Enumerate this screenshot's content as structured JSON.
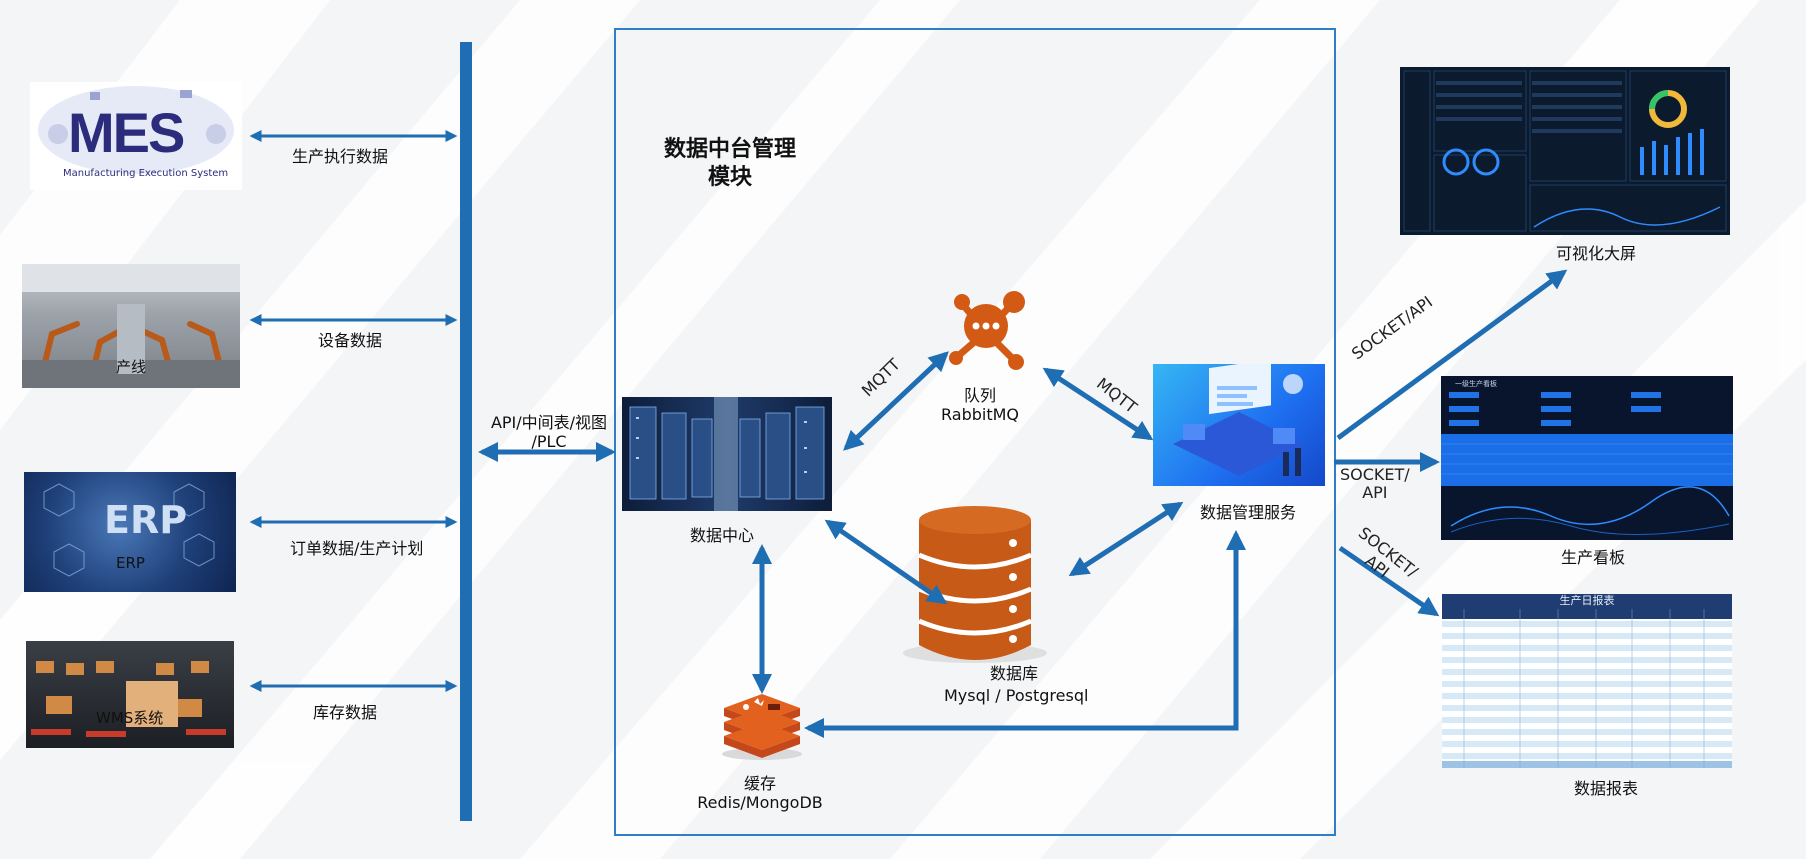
{
  "title_block": {
    "line1": "数据中台管理",
    "line2": "模块"
  },
  "left_sources": [
    {
      "logo": "MES",
      "subtitle": "Manufacturing Execution System",
      "arrow_label": "生产执行数据"
    },
    {
      "caption": "产线",
      "arrow_label": "设备数据"
    },
    {
      "logo": "ERP",
      "caption": "ERP",
      "arrow_label": "订单数据/生产计划"
    },
    {
      "caption": "WMS系统",
      "arrow_label": "库存数据"
    }
  ],
  "bus_label": {
    "line1": "API/中间表/视图",
    "line2": "/PLC"
  },
  "nodes": {
    "datacenter": "数据中心",
    "queue": {
      "line1": "队列",
      "line2": "RabbitMQ"
    },
    "database": {
      "line1": "数据库",
      "line2": "Mysql / Postgresql"
    },
    "cache": {
      "line1": "缓存",
      "line2": "Redis/MongoDB"
    },
    "mgmt_service": "数据管理服务"
  },
  "edge_labels": {
    "mqtt_left": "MQTT",
    "mqtt_right": "MQTT"
  },
  "outputs": [
    {
      "label": "可视化大屏",
      "link_label": "SOCKET/API"
    },
    {
      "label": "生产看板",
      "link_label_1": "SOCKET/",
      "link_label_2": "API",
      "header": "一级生产看板"
    },
    {
      "label": "数据报表",
      "link_label_1": "SOCKET/",
      "link_label_2": "API",
      "sheet_title": "生产日报表"
    }
  ],
  "colors": {
    "accent_blue": "#1f6db3",
    "panel_border": "#2f7fc7",
    "orange": "#d35a14"
  }
}
